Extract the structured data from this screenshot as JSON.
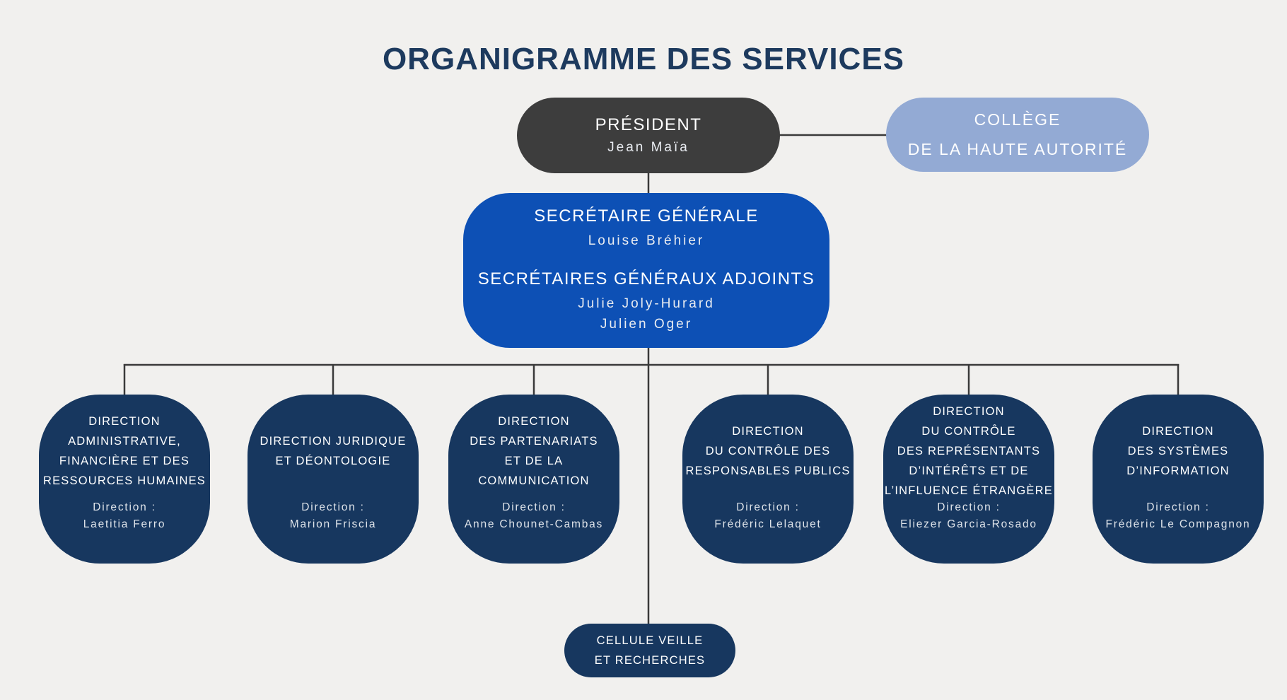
{
  "page": {
    "title": "ORGANIGRAMME DES SERVICES"
  },
  "colors": {
    "background": "#f1f0ee",
    "title_text": "#1d3a5e",
    "connector": "#3a3a3a",
    "president_bg": "#3d3d3d",
    "college_bg": "#93aad4",
    "secretariat_bg": "#0d50b5",
    "direction_bg": "#17375f",
    "text_on_dark": "#ffffff"
  },
  "nodes": {
    "president": {
      "title": "PRÉSIDENT",
      "name": "Jean Maïa"
    },
    "college": {
      "lines": [
        "COLLÈGE",
        "DE LA HAUTE AUTORITÉ"
      ]
    },
    "secretariat": {
      "title_1": "SECRÉTAIRE GÉNÉRALE",
      "name_1": "Louise Bréhier",
      "title_2": "SECRÉTAIRES GÉNÉRAUX ADJOINTS",
      "names_2": [
        "Julie Joly-Hurard",
        "Julien Oger"
      ]
    },
    "directions": [
      {
        "title_lines": [
          "DIRECTION",
          "ADMINISTRATIVE,",
          "FINANCIÈRE ET DES",
          "RESSOURCES HUMAINES"
        ],
        "role_label": "Direction :",
        "director": "Laetitia Ferro"
      },
      {
        "title_lines": [
          "DIRECTION JURIDIQUE",
          "ET DÉONTOLOGIE"
        ],
        "role_label": "Direction :",
        "director": "Marion Friscia"
      },
      {
        "title_lines": [
          "DIRECTION",
          "DES PARTENARIATS",
          "ET DE LA COMMUNICATION"
        ],
        "role_label": "Direction :",
        "director": "Anne Chounet-Cambas"
      },
      {
        "title_lines": [
          "DIRECTION",
          "DU CONTRÔLE DES",
          "RESPONSABLES PUBLICS"
        ],
        "role_label": "Direction :",
        "director": "Frédéric Lelaquet"
      },
      {
        "title_lines": [
          "DIRECTION",
          "DU CONTRÔLE",
          "DES REPRÉSENTANTS",
          "D’INTÉRÊTS ET DE",
          "L’INFLUENCE ÉTRANGÈRE"
        ],
        "role_label": "Direction :",
        "director": "Eliezer Garcia-Rosado"
      },
      {
        "title_lines": [
          "DIRECTION",
          "DES SYSTÈMES",
          "D’INFORMATION"
        ],
        "role_label": "Direction :",
        "director": "Frédéric Le Compagnon"
      }
    ],
    "cell": {
      "lines": [
        "CELLULE VEILLE",
        "ET RECHERCHES"
      ]
    }
  }
}
